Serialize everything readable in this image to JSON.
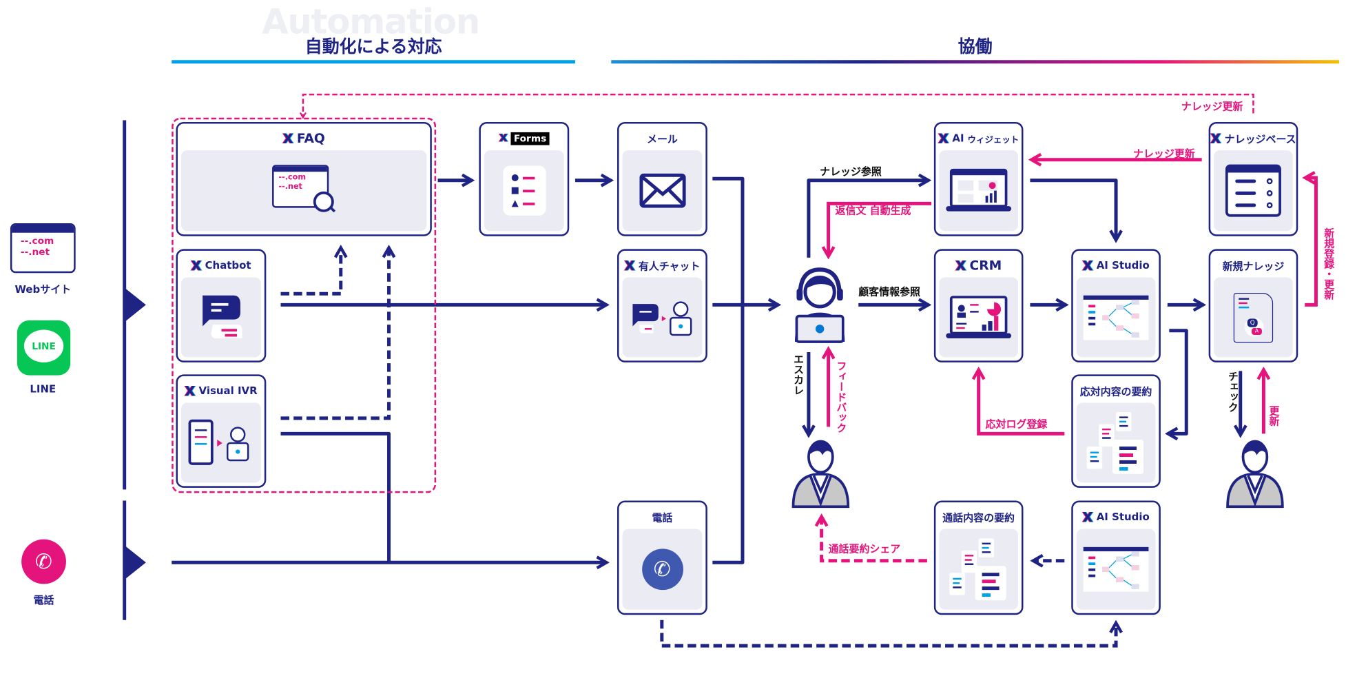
{
  "header": {
    "background_word": "Automation",
    "automation_title": "自動化による対応",
    "collaboration_title": "協働"
  },
  "channels": [
    {
      "label": "Webサイト",
      "icon": "website-icon",
      "icon_text_1": "--.com",
      "icon_text_2": "--.net"
    },
    {
      "label": "LINE",
      "icon": "line-app-icon",
      "icon_text": "LINE"
    },
    {
      "label": "電話",
      "icon": "phone-icon"
    }
  ],
  "boxes": {
    "faq": {
      "title": "FAQ",
      "icon_text_1": "--.com",
      "icon_text_2": "--.net"
    },
    "forms": {
      "title": "Forms"
    },
    "chatbot": {
      "title": "Chatbot"
    },
    "visual_ivr": {
      "title": "Visual IVR"
    },
    "mail": {
      "title": "メール"
    },
    "live_chat": {
      "title": "有人チャット"
    },
    "phone": {
      "title": "電話"
    },
    "ai_widget": {
      "title": "AI",
      "title_suffix": "ウィジェット"
    },
    "crm": {
      "title": "CRM"
    },
    "ai_studio": {
      "title": "AI Studio"
    },
    "response_summary": {
      "title": "応対内容の要約"
    },
    "knowledge_base": {
      "title": "ナレッジベース"
    },
    "new_knowledge": {
      "title": "新規ナレッジ",
      "q": "Q",
      "a": "A"
    },
    "call_summary": {
      "title": "通話内容の要約"
    },
    "ai_studio_2": {
      "title": "AI Studio"
    }
  },
  "flow_labels": {
    "knowledge_update_top": "ナレッジ更新",
    "knowledge_reference": "ナレッジ参照",
    "auto_reply": "返信文 自動生成",
    "customer_info_reference": "顧客情報参照",
    "knowledge_update": "ナレッジ更新",
    "new_register_update": "新規登録・更新",
    "escalation": "エスカレ",
    "feedback": "フィードバック",
    "response_log_register": "応対ログ登録",
    "check": "チェック",
    "update": "更新",
    "call_summary_share": "通話要約シェア"
  },
  "colors": {
    "navy": "#1e2384",
    "pink": "#e4147c",
    "automation_line": "#00a0e9",
    "panel": "#ebebf3",
    "line_green": "#06c755",
    "phone_pink": "#e4147c",
    "phone_blue": "#3f58b0"
  }
}
